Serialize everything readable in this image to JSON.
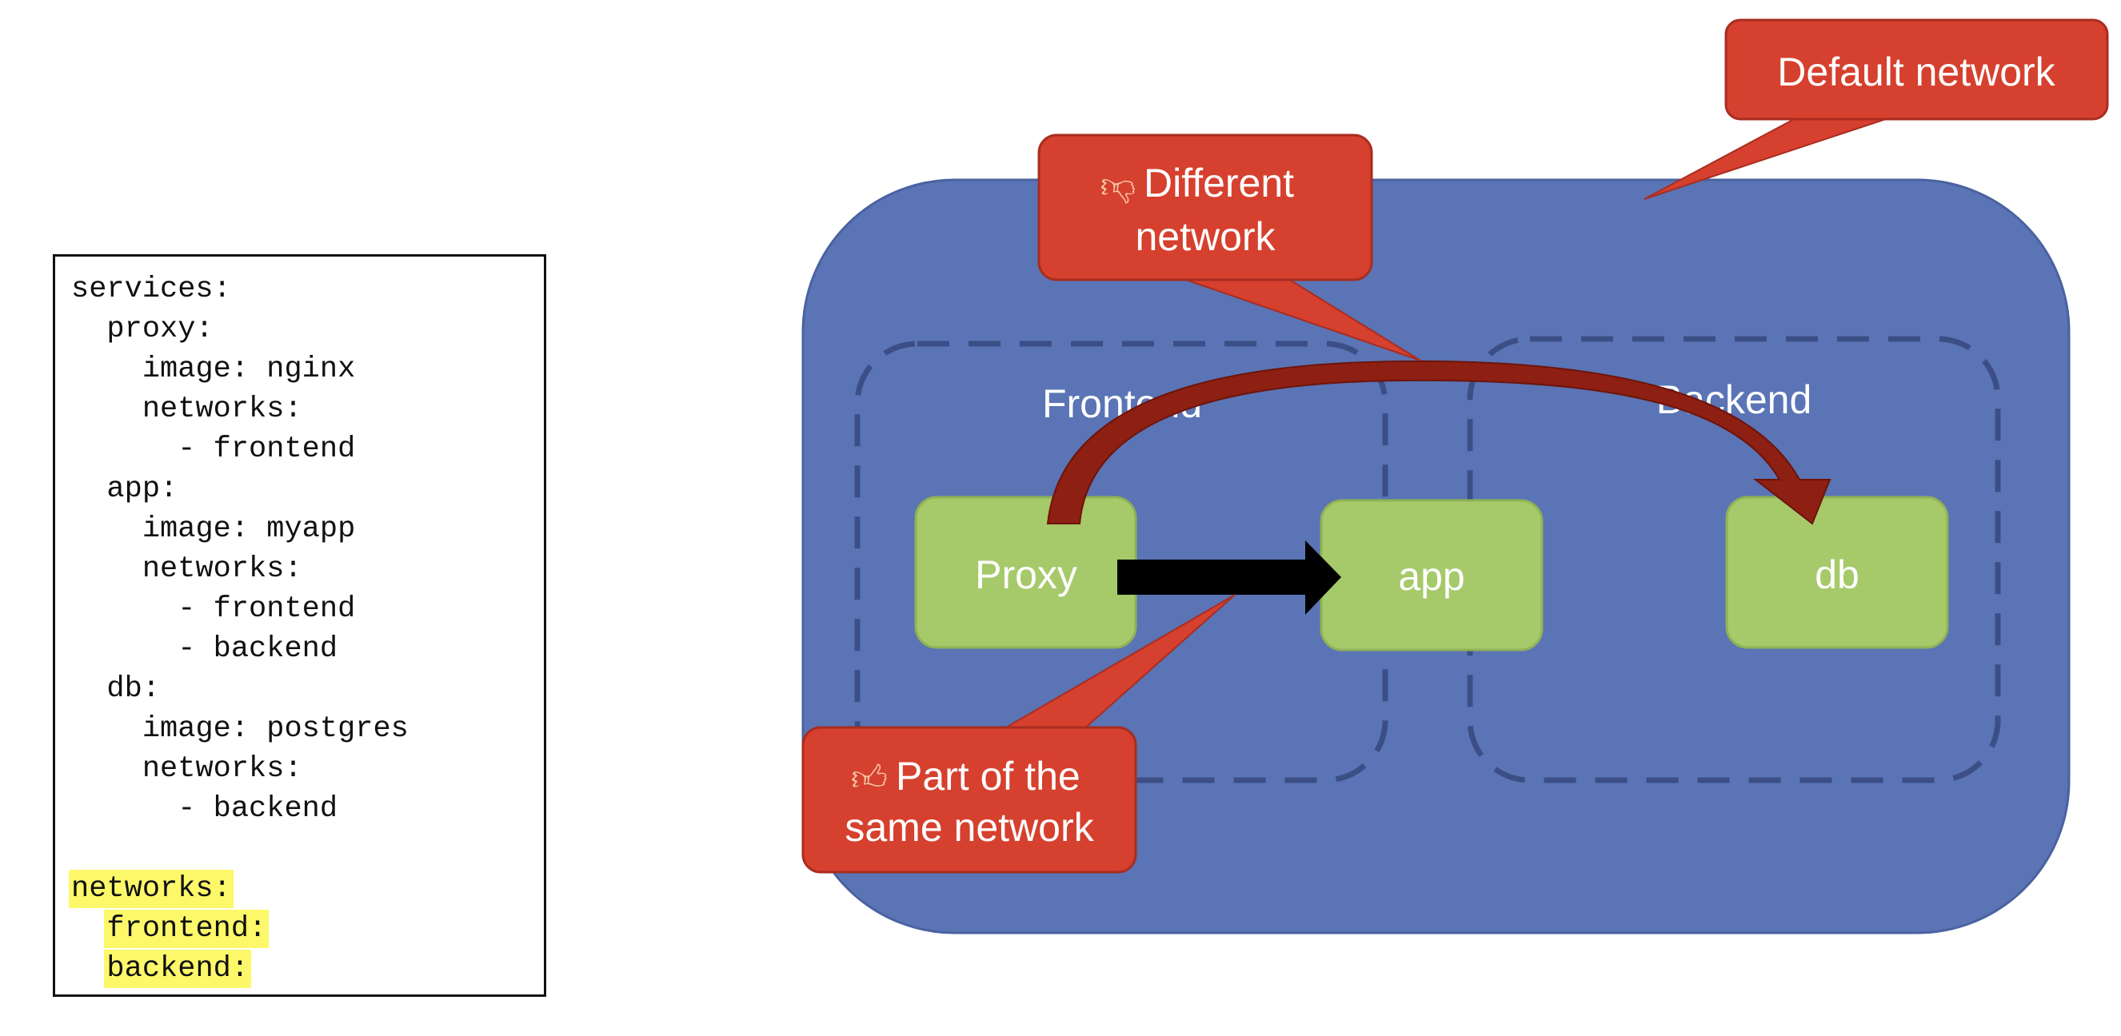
{
  "code": {
    "lines": [
      {
        "text": "services:",
        "highlight": false
      },
      {
        "text": "  proxy:",
        "highlight": false
      },
      {
        "text": "    image: nginx",
        "highlight": false
      },
      {
        "text": "    networks:",
        "highlight": false
      },
      {
        "text": "      - frontend",
        "highlight": false
      },
      {
        "text": "  app:",
        "highlight": false
      },
      {
        "text": "    image: myapp",
        "highlight": false
      },
      {
        "text": "    networks:",
        "highlight": false
      },
      {
        "text": "      - frontend",
        "highlight": false
      },
      {
        "text": "      - backend",
        "highlight": false
      },
      {
        "text": "  db:",
        "highlight": false
      },
      {
        "text": "    image: postgres",
        "highlight": false
      },
      {
        "text": "    networks:",
        "highlight": false
      },
      {
        "text": "      - backend",
        "highlight": false
      },
      {
        "text": "",
        "highlight": false
      },
      {
        "text": "networks:",
        "highlight": true
      },
      {
        "text": "  frontend:",
        "highlight": true
      },
      {
        "text": "  backend:",
        "highlight": true
      }
    ],
    "highlight_color": "#fdf86a"
  },
  "diagram": {
    "networks": {
      "frontend": "Frontend",
      "backend": "Backend"
    },
    "services": {
      "proxy": "Proxy",
      "app": "app",
      "db": "db"
    },
    "callouts": {
      "default": "Default network",
      "different_line1": "Different",
      "different_line2": "network",
      "different_icon": "thumbs-down-icon",
      "same_line1": "Part of the",
      "same_line2": "same network",
      "same_icon": "thumbs-up-icon"
    },
    "colors": {
      "default_network": "#5a74b5",
      "service": "#a6c96a",
      "callout": "#d6402e",
      "bad_arrow": "#8e1f13",
      "good_arrow": "#000000"
    }
  }
}
